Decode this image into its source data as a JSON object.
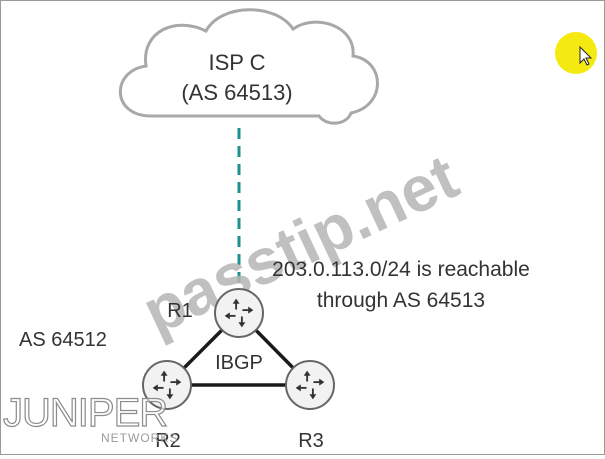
{
  "cloud": {
    "line1": "ISP C",
    "line2": "(AS 64513)"
  },
  "routers": {
    "r1": "R1",
    "r2": "R2",
    "r3": "R3"
  },
  "session_label": "IBGP",
  "local_as": "AS 64512",
  "annotation": {
    "line1": "203.0.113.0/24 is reachable",
    "line2": "through AS 64513"
  },
  "watermark": "passtip.net",
  "logo": {
    "brand": "JUNIPER",
    "sub": "NETWORKS"
  },
  "colors": {
    "link_dashed": "#1f8f8f",
    "router_fill": "#f2f2f2",
    "router_stroke": "#666666",
    "pointer_highlight": "#f4ea12",
    "watermark": "#b5b5b5"
  },
  "icons": {
    "router": "router-arrows-icon",
    "pointer": "mouse-cursor-icon"
  }
}
